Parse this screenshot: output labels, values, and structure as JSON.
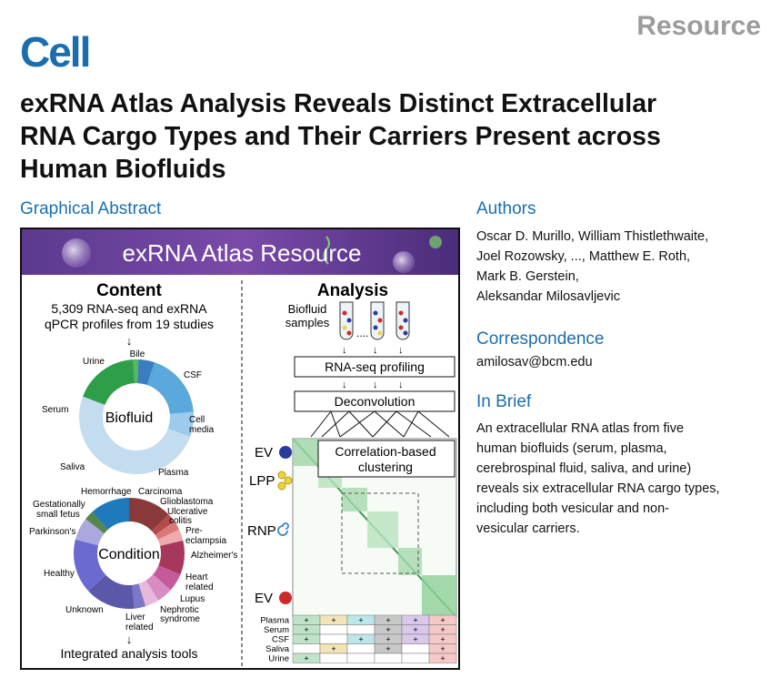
{
  "header": {
    "journal": "Cell",
    "article_type": "Resource",
    "title_lines": [
      "exRNA Atlas Analysis Reveals Distinct Extracellular",
      "RNA Cargo Types and Their Carriers Present across",
      "Human Biofluids"
    ]
  },
  "graphical_abstract": {
    "heading": "Graphical Abstract",
    "banner": "exRNA Atlas Resource",
    "content": {
      "heading": "Content",
      "line1": "5,309 RNA-seq and exRNA",
      "line2": "qPCR profiles from 19 studies",
      "down_arrow": "↓",
      "biofluid_center": "Biofluid",
      "biofluid_labels": [
        "Bile",
        "CSF",
        "Cell",
        "media",
        "Plasma",
        "Saliva",
        "Serum",
        "Urine"
      ],
      "condition_center": "Condition",
      "condition_labels": [
        "Hemorrhage",
        "Carcinoma",
        "Gestationally",
        "small fetus",
        "Glioblastoma",
        "Ulcerative",
        "colitis",
        "Pre-",
        "eclampsia",
        "Parkinson's",
        "Alzheimer's",
        "Healthy",
        "Heart",
        "related",
        "Lupus",
        "Nephrotic",
        "syndrome",
        "Unknown",
        "Liver",
        "related"
      ],
      "tools": "Integrated analysis tools",
      "colors": {
        "biofluid": [
          "#3a7dc1",
          "#5aa8dc",
          "#9ccbec",
          "#c3dcef",
          "#2e9e48",
          "#57b766",
          "#8fd39a"
        ],
        "condition": [
          "#8a3a3a",
          "#b54a4a",
          "#d97a7a",
          "#efaaaa",
          "#a8375e",
          "#c45a9a",
          "#d98cc4",
          "#5a58a8",
          "#7b78c8",
          "#aaa8dc",
          "#55864a",
          "#2f7d5a",
          "#1f7abc"
        ]
      }
    },
    "analysis": {
      "heading": "Analysis",
      "biofluid_samples": [
        "Biofluid",
        "samples"
      ],
      "dots": "....",
      "step1": "RNA-seq profiling",
      "step2": "Deconvolution",
      "clustering": [
        "Correlation-based",
        "clustering"
      ],
      "carriers": [
        "EV",
        "LPP",
        "RNP",
        "EV"
      ],
      "carrier_colors": [
        "#2a3a9e",
        "#f0d23a",
        "#4a90c8",
        "#cc2a2a"
      ],
      "table_rows": [
        "Plasma",
        "Serum",
        "CSF",
        "Saliva",
        "Urine"
      ],
      "table_col_colors": [
        "#bfe3c8",
        "#f2e4b6",
        "#bde6ea",
        "#c8c8c8",
        "#d9c8ec",
        "#f7c8c8"
      ],
      "table_marks": [
        [
          1,
          1,
          1,
          1,
          1,
          1
        ],
        [
          1,
          0,
          0,
          1,
          1,
          1
        ],
        [
          1,
          0,
          1,
          1,
          1,
          1
        ],
        [
          0,
          1,
          0,
          1,
          0,
          1
        ],
        [
          1,
          0,
          0,
          0,
          0,
          1
        ]
      ],
      "plus": "+"
    }
  },
  "sidebar": {
    "authors_heading": "Authors",
    "authors_lines": [
      "Oscar D. Murillo, William Thistlethwaite,",
      "Joel Rozowsky, ..., Matthew E. Roth,",
      "Mark B. Gerstein,",
      "Aleksandar Milosavljevic"
    ],
    "correspondence_heading": "Correspondence",
    "email": "amilosav@bcm.edu",
    "in_brief_heading": "In Brief",
    "in_brief_lines": [
      "An extracellular RNA atlas from five",
      "human biofluids (serum, plasma,",
      "cerebrospinal fluid, saliva, and urine)",
      "reveals six extracellular RNA cargo types,",
      "including both vesicular and non-",
      "vesicular carriers."
    ]
  }
}
